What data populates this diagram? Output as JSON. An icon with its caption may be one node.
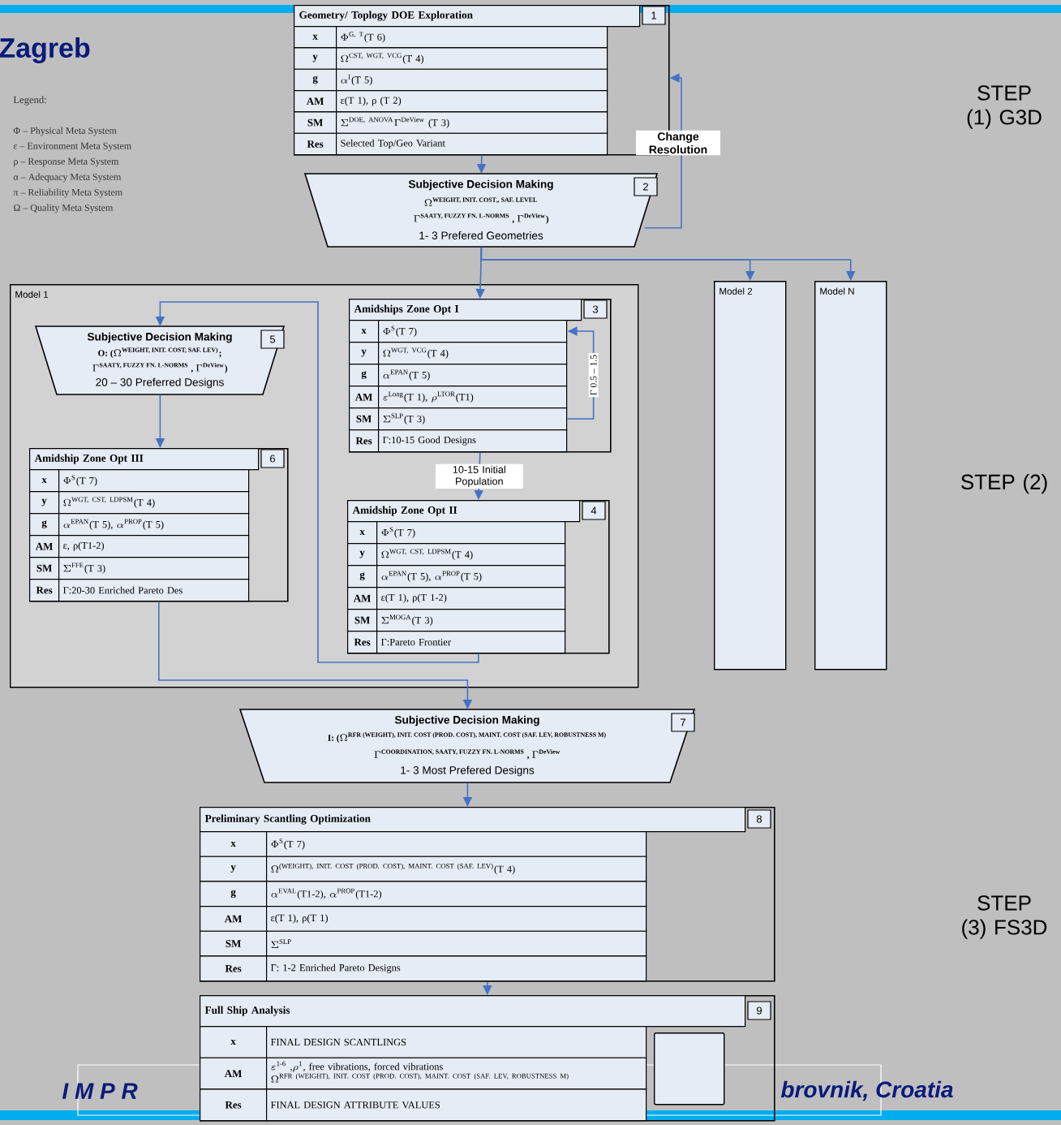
{
  "diagram": {
    "title": "Zagreb",
    "nodes": [
      {
        "text": [
          "Geometry/ Toplogy DOE Exploration",
          "1",
          "x",
          "\\Phi^{\\text{G, T}}\\text{(T 6)}",
          "y",
          "\\Omega^{\\text{CST, WGT, VCG}}\\text{(T 4)}",
          "g",
          "\\alpha^{\\text{I}}\\text{(T 5)}",
          "AM",
          "ε(T 1), ρ (T 2)",
          "SM",
          "\\Sigma^{\\text{DOE, ANOVA}}\\Gamma^{\\text{DeView}}\\text{ (T 3)}",
          "Res",
          "Selected Top/Geo Variant"
        ]
      },
      {
        "text": [
          "Subjective Decision Making",
          "2",
          "\\Omega^{\\text{WEIGHT, INIT. COST,, SAF. LEVEL}}",
          "\\Gamma^{\\text{SAATY, FUZZY FN. L-NORMS}}\\text{ , }\\Gamma^{\\text{DeView}}\\text{)}",
          "1- 3 Prefered Geometries"
        ]
      },
      {
        "text": [
          "Model 1"
        ]
      },
      {
        "text": [
          "Amidships Zone Opt I",
          "3",
          "x",
          "\\Phi^{\\text{S}}\\text{(T 7)}",
          "y",
          "\\Omega^{\\text{WGT, VCG}}\\text{(T 4)}",
          "g",
          "\\alpha^{\\text{EPAN}}\\text{(T 5)}",
          "AM",
          "\\varepsilon^{\\text{Long}}\\text{(T 1), }\\rho^{\\text{LTOR}}\\text{(T1)}",
          "SM",
          "\\Sigma^{\\text{SLP}}\\text{(T 3)}",
          "Res",
          "Γ:10-15 Good Designs"
        ],
        "in": 2
      },
      {
        "text": [
          "Amidship Zone Opt II",
          "4",
          "x",
          "\\Phi^{\\text{S}}\\text{(T 7)}",
          "y",
          "\\Omega^{\\text{WGT, CST, LDPSM}}\\text{(T 4)}",
          "g",
          "\\alpha^{\\text{EPAN}}\\text{(T 5), }\\alpha^{\\text{PROP}}\\text{(T 5)}",
          "AM",
          "ε(T 1), ρ(T 1-2)",
          "SM",
          "\\Sigma^{\\text{MOGA}}\\text{(T 3)}",
          "Res",
          "Γ:Pareto Frontier"
        ],
        "in": 2
      },
      {
        "text": [
          "Subjective Decision Making",
          "5",
          "\\text{O: (}\\Omega^{\\text{WEIGHT, INIT. COST, SAF. LEV)}}\\text{;}",
          "\\Gamma^{\\text{SAATY, FUZZY FN. L-NORMS}}\\text{ , }\\Gamma^{\\text{DeView}}\\text{)}",
          "20 – 30 Preferred Designs"
        ],
        "in": 2
      },
      {
        "text": [
          "Amidship Zone Opt III",
          "6",
          "x",
          "\\Phi^{\\text{S}}\\text{(T 7)}",
          "y",
          "\\Omega^{\\text{WGT, CST, LDPSM}}\\text{(T 4)}",
          "g",
          "\\alpha^{\\text{EPAN}}\\text{(T 5), }\\alpha^{\\text{PROP}}\\text{(T 5)}",
          "AM",
          "ε, ρ(T1-2)",
          "SM",
          "\\Sigma^{\\text{FFE}}\\text{(T 3)}",
          "Res",
          "Γ:20-30 Enriched Pareto Des"
        ],
        "in": 2
      },
      {
        "text": [
          "Model 2"
        ]
      },
      {
        "text": [
          "Model N"
        ]
      },
      {
        "text": [
          "Subjective Decision Making",
          "7",
          "\\text{I: (}\\Omega^{\\text{RFR (WEIGHT), INIT. COST (PROD. COST), MAINT. COST (SAF. LEV, ROBUSTNESS M)}}",
          "\\Gamma^{\\text{COORDINATION, SAATY, FUZZY FN. L-NORMS}}\\text{ , }\\Gamma^{\\text{DeView}}",
          "1- 3 Most Prefered Designs"
        ]
      },
      {
        "text": [
          "Preliminary Scantling Optimization",
          "8",
          "x",
          "\\Phi^{\\text{S}}\\text{(T 7)}",
          "y",
          "\\Omega^{\\text{(WEIGHT), INIT. COST (PROD. COST), MAINT. COST (SAF. LEV)}}\\text{(T 4)}",
          "g",
          "\\alpha^{\\text{EVAL}}\\text{(T1-2), }\\alpha^{\\text{PROP}}\\text{(T1-2)}",
          "AM",
          "ε(T 1), ρ(T 1)",
          "SM",
          "\\Sigma^{\\text{SLP}}",
          "Res",
          "Γ: 1-2 Enriched Pareto Designs"
        ]
      },
      {
        "text": [
          "Full Ship Analysis",
          "9",
          "x",
          "FINAL DESIGN SCANTLINGS",
          "AM",
          "\\begin{array}{@{}l@{}}\\varepsilon^{\\text{1-6}}\\text{ ,}\\rho^{\\text{1}}\\text{, free vibrations, forced vibrations}\\\\ \\Omega^{\\text{RFR (WEIGHT), INIT. COST (PROD. COST), MAINT. COST (SAF. LEV, ROBUSTNESS M)}}\\end{array}",
          "Res",
          "FINAL DESIGN ATTRIBUTE VALUES"
        ]
      },
      {
        "text": [],
        "shape": "box",
        "in": 11
      }
    ],
    "edges": [
      {
        "from": 0,
        "to": 1,
        "arrow": "to"
      },
      {
        "from": 1,
        "to": 0,
        "arrow": "to",
        "label": "Change Resolution"
      },
      {
        "from": 1,
        "to": 3,
        "arrow": "to"
      },
      {
        "from": 1,
        "to": 7,
        "arrow": "to"
      },
      {
        "from": 1,
        "to": 8,
        "arrow": "to"
      },
      {
        "from": 3,
        "to": 4,
        "arrow": "to",
        "label": "10-15 Initial Population"
      },
      {
        "from": 4,
        "to": 5,
        "arrow": "to"
      },
      {
        "from": 5,
        "to": 6,
        "arrow": "to"
      },
      {
        "from": 6,
        "to": 9,
        "arrow": "to"
      },
      {
        "from": 9,
        "to": 10,
        "arrow": "to"
      },
      {
        "from": 10,
        "to": 11,
        "arrow": "to"
      },
      {
        "from": 3,
        "to": 3,
        "arrow": "to",
        "label": "Γ 0.5 – 1.5"
      }
    ],
    "labels": [
      "Legend:",
      "Φ – Physical Meta System",
      "ε – Environment  Meta System",
      "ρ – Response Meta System",
      "α – Adequacy Meta System",
      "π – Reliability Meta System",
      "Ω – Quality Meta System",
      "STEP (1) G3D",
      "STEP (2)",
      "STEP (3) FS3D",
      "I M P R",
      "brovnik, Croatia"
    ]
  }
}
